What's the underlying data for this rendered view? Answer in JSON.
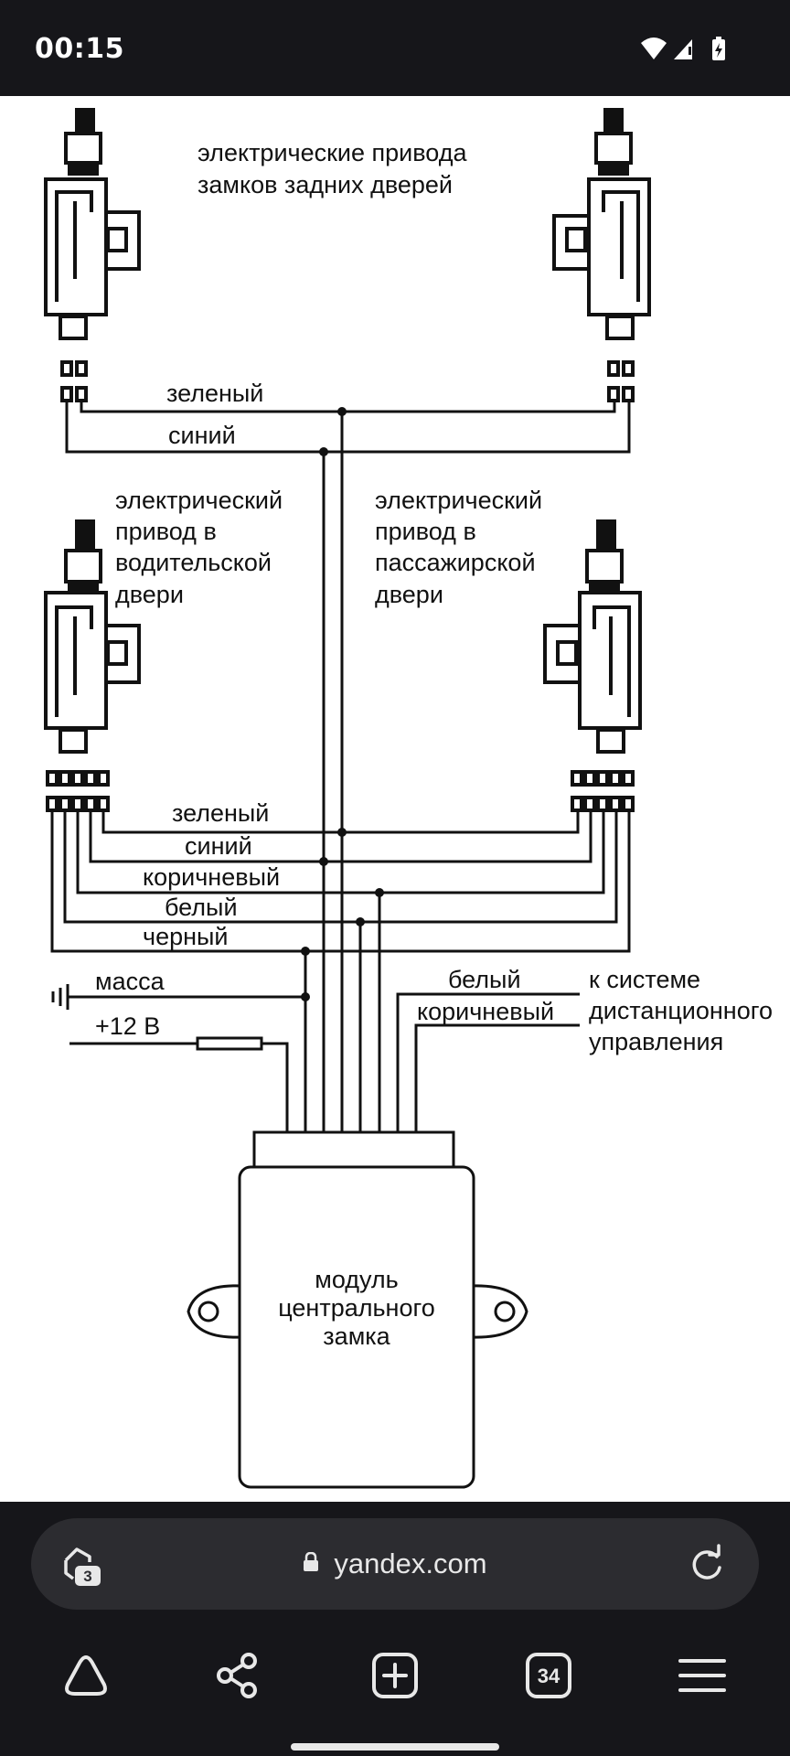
{
  "status_bar": {
    "time": "00:15",
    "icons": [
      "wifi-icon",
      "signal-icon",
      "battery-charging-icon"
    ]
  },
  "diagram": {
    "rear_doors_label": [
      "электрические привода",
      "замков задних дверей"
    ],
    "driver_door_label": [
      "электрический",
      "привод в",
      "водительской",
      "двери"
    ],
    "passenger_door_label": [
      "электрический",
      "привод в",
      "пассажирской",
      "двери"
    ],
    "wires_top": {
      "green": "зеленый",
      "blue": "синий"
    },
    "wires_middle": {
      "green": "зеленый",
      "blue": "синий",
      "brown": "коричневый",
      "white": "белый",
      "black": "черный"
    },
    "ground": "масса",
    "power": "+12 В",
    "remote_wires": {
      "white": "белый",
      "brown": "коричневый"
    },
    "remote_system_label": [
      "к системе",
      "дистанционного",
      "управления"
    ],
    "module_label": [
      "модуль",
      "центрального",
      "замка"
    ]
  },
  "browser": {
    "tab_count_badge": "3",
    "url": "yandex.com",
    "tabs_count": "34",
    "colors": {
      "background": "#16161a",
      "url_bar": "#2c2c30",
      "text": "#e8e8e8"
    },
    "icons": [
      "tabs-icon",
      "lock-icon",
      "reload-icon",
      "alice-icon",
      "share-icon",
      "new-tab-icon",
      "tabs-counter-icon",
      "menu-icon"
    ]
  }
}
